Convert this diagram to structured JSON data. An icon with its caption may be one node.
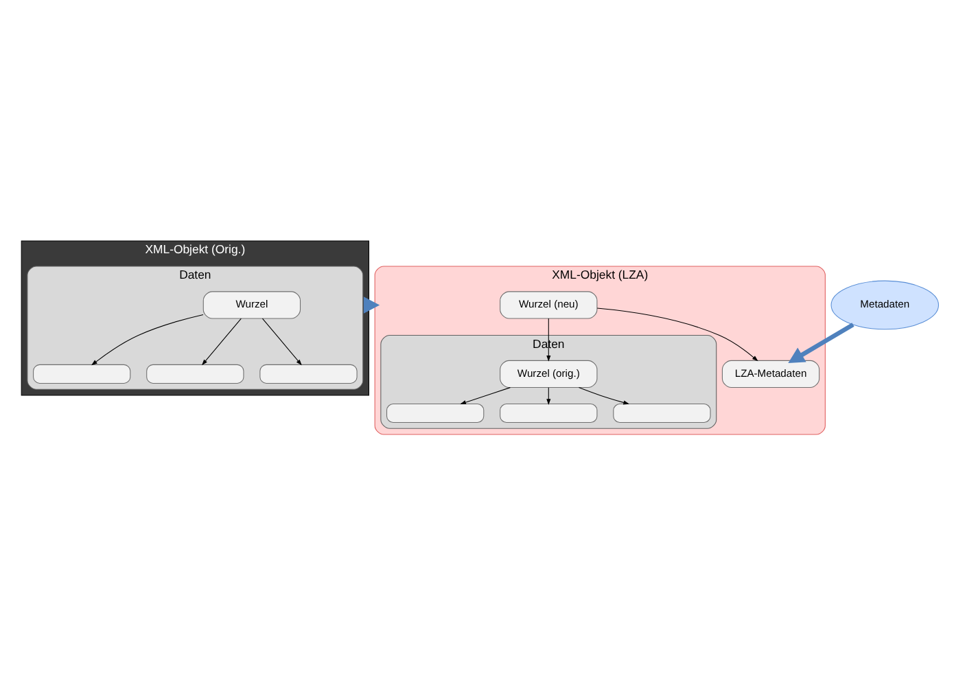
{
  "diagram": {
    "nodes": [
      {
        "text": [
          "XML-Objekt (Orig.)"
        ]
      },
      {
        "text": [
          "Daten"
        ],
        "in": 0
      },
      {
        "text": [
          "Wurzel"
        ],
        "in": 1
      },
      {
        "text": [],
        "shape": "box",
        "in": 1
      },
      {
        "text": [],
        "shape": "box",
        "in": 1
      },
      {
        "text": [],
        "shape": "box",
        "in": 1
      },
      {
        "text": [
          "XML-Objekt (LZA)"
        ]
      },
      {
        "text": [
          "Wurzel (neu)"
        ],
        "in": 6
      },
      {
        "text": [
          "Daten"
        ],
        "in": 6
      },
      {
        "text": [
          "Wurzel (orig.)"
        ],
        "in": 8
      },
      {
        "text": [],
        "shape": "box",
        "in": 8
      },
      {
        "text": [],
        "shape": "box",
        "in": 8
      },
      {
        "text": [],
        "shape": "box",
        "in": 8
      },
      {
        "text": [
          "LZA-Metadaten"
        ],
        "in": 6
      },
      {
        "text": [
          "Metadaten"
        ]
      }
    ],
    "edges": [
      {
        "from": 2,
        "to": 3,
        "arrow": "to"
      },
      {
        "from": 2,
        "to": 4,
        "arrow": "to"
      },
      {
        "from": 2,
        "to": 5,
        "arrow": "to"
      },
      {
        "from": 0,
        "to": 6,
        "arrow": "to",
        "style": "thick",
        "color": "#4f81bd"
      },
      {
        "from": 7,
        "to": 9,
        "arrow": "to"
      },
      {
        "from": 9,
        "to": 10,
        "arrow": "to"
      },
      {
        "from": 9,
        "to": 11,
        "arrow": "to"
      },
      {
        "from": 9,
        "to": 12,
        "arrow": "to"
      },
      {
        "from": 7,
        "to": 13,
        "arrow": "to"
      },
      {
        "from": 14,
        "to": 13,
        "arrow": "to",
        "style": "thick",
        "color": "#4f81bd"
      }
    ]
  }
}
